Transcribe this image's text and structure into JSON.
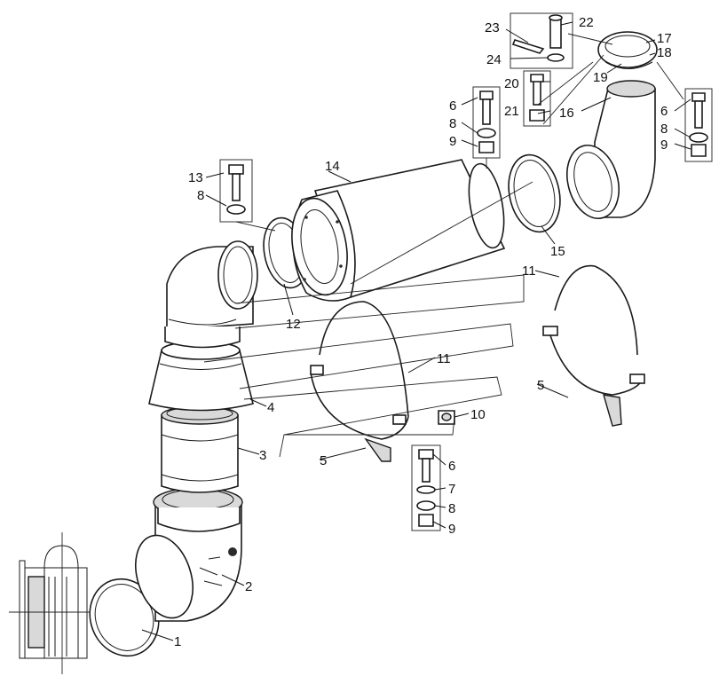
{
  "callouts": {
    "c1": "1",
    "c2": "2",
    "c3": "3",
    "c4": "4",
    "c5a": "5",
    "c5b": "5",
    "c6a": "6",
    "c6b": "6",
    "c6c": "6",
    "c7": "7",
    "c8a": "8",
    "c8b": "8",
    "c8c": "8",
    "c8d": "8",
    "c9a": "9",
    "c9b": "9",
    "c9c": "9",
    "c10": "10",
    "c11a": "11",
    "c11b": "11",
    "c12": "12",
    "c13": "13",
    "c14": "14",
    "c15": "15",
    "c16": "16",
    "c17": "17",
    "c18": "18",
    "c19": "19",
    "c20": "20",
    "c21": "21",
    "c22": "22",
    "c23": "23",
    "c24": "24"
  },
  "colors": {
    "line": "#1a1a1a",
    "shade": "#d9d9d9",
    "background": "#ffffff"
  }
}
